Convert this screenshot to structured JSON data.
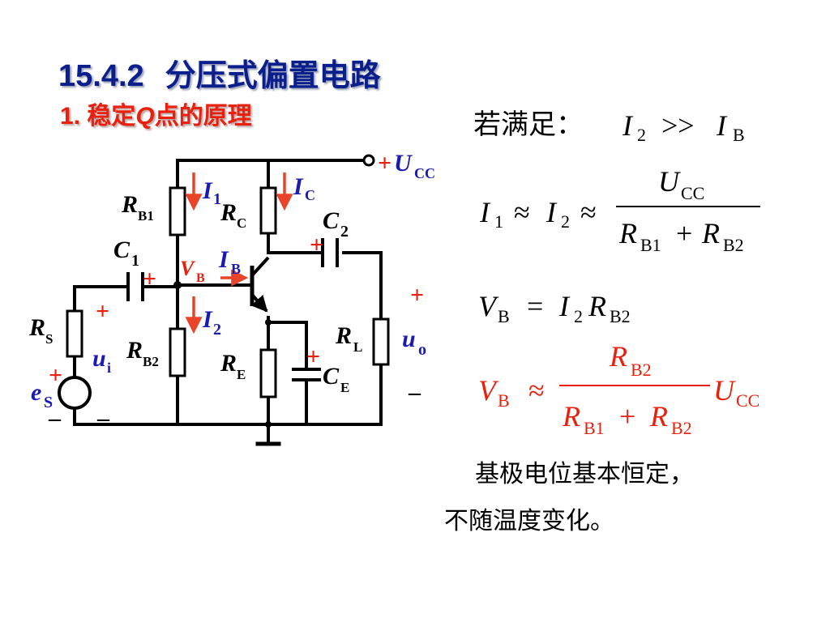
{
  "header": {
    "section_number": "15.4.2",
    "section_title": "分压式偏置电路",
    "sub_prefix": "1.",
    "sub_mid1": "稳定",
    "sub_q": "Q",
    "sub_mid2": "点的原理"
  },
  "circuit": {
    "labels": {
      "supply": "U",
      "supply_sub": "CC",
      "supply_plus": "+",
      "rb1": "R",
      "rb1_sub": "B1",
      "rc": "R",
      "rc_sub": "C",
      "i1": "I",
      "i1_sub": "1",
      "ic": "I",
      "ic_sub": "C",
      "c2": "C",
      "c2_sub": "2",
      "c1": "C",
      "c1_sub": "1",
      "vb": "V",
      "vb_sub": "B",
      "ib": "I",
      "ib_sub": "B",
      "rs": "R",
      "rs_sub": "S",
      "ui": "u",
      "ui_sub": "i",
      "rb2": "R",
      "rb2_sub": "B2",
      "i2": "I",
      "i2_sub": "2",
      "re": "R",
      "re_sub": "E",
      "ce": "C",
      "ce_sub": "E",
      "rl": "R",
      "rl_sub": "L",
      "uo": "u",
      "uo_sub": "o",
      "es": "e",
      "es_sub": "S",
      "plus": "+",
      "minus": "–"
    }
  },
  "equations": {
    "condition_prefix": "若满足：",
    "eq1": {
      "I": "I",
      "I_sub": "2",
      "op": ">>",
      "I2": "I",
      "I2_sub": "B"
    },
    "eq2": {
      "I1": "I",
      "I1_sub": "1",
      "approx1": "≈",
      "I2": "I",
      "I2_sub": "2",
      "approx2": "≈",
      "num": "U",
      "num_sub": "CC",
      "den1": "R",
      "den1_sub": "B1",
      "plus": "+",
      "den2": "R",
      "den2_sub": "B2"
    },
    "eq3": {
      "V": "V",
      "V_sub": "B",
      "eq": "=",
      "I": "I",
      "I_sub": "2",
      "R": "R",
      "R_sub": "B2"
    },
    "eq4": {
      "V": "V",
      "V_sub": "B",
      "approx": "≈",
      "num": "R",
      "num_sub": "B2",
      "den1": "R",
      "den1_sub": "B1",
      "plus": "+",
      "den2": "R",
      "den2_sub": "B2",
      "U": "U",
      "U_sub": "CC"
    },
    "conclusion_line1": "基极电位基本恒定，",
    "conclusion_line2": "不随温度变化。"
  },
  "colors": {
    "title": "#0a1e8c",
    "accent_red": "#e8200d",
    "label_blue": "#1a1ab4",
    "arrow": "#e8442a",
    "wire": "#000000"
  }
}
